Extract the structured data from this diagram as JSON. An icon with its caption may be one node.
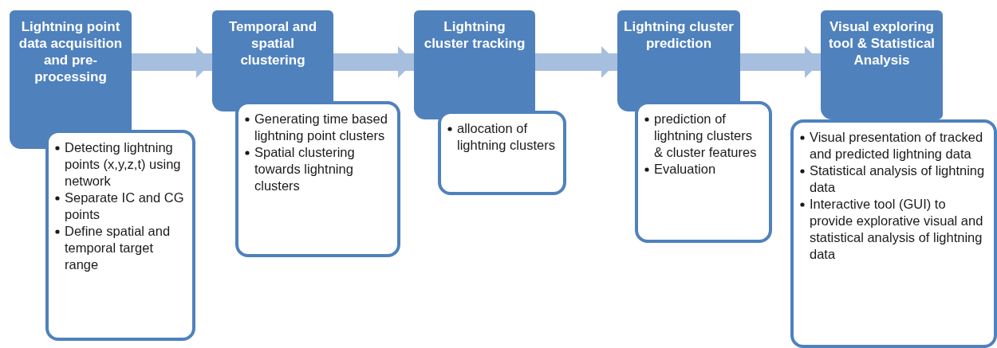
{
  "diagram": {
    "nodes": [
      {
        "text": [
          "Lightning point data acquisition and pre-processing"
        ]
      },
      {
        "text": [
          "Detecting lightning points (x,y,z,t) using network",
          "Separate IC and CG points",
          "Define spatial and temporal target range"
        ]
      },
      {
        "text": [
          "Temporal and spatial clustering"
        ]
      },
      {
        "text": [
          "Generating time based lightning point clusters",
          "Spatial clustering towards lightning clusters"
        ]
      },
      {
        "text": [
          "Lightning cluster tracking"
        ]
      },
      {
        "text": [
          "allocation of lightning clusters"
        ]
      },
      {
        "text": [
          "Lightning cluster prediction"
        ]
      },
      {
        "text": [
          "prediction of lightning clusters & cluster features",
          "Evaluation"
        ]
      },
      {
        "text": [
          "Visual exploring tool & Statistical Analysis"
        ]
      },
      {
        "text": [
          "Visual presentation of tracked and predicted lightning data",
          "Statistical analysis of lightning data",
          "Interactive tool (GUI) to provide explorative visual and statistical analysis of lightning data"
        ]
      }
    ],
    "edges": [
      {
        "from": 0,
        "to": 2,
        "arrow": "to"
      },
      {
        "from": 2,
        "to": 4,
        "arrow": "to"
      },
      {
        "from": 4,
        "to": 6,
        "arrow": "to"
      },
      {
        "from": 6,
        "to": 8,
        "arrow": "to"
      }
    ]
  }
}
